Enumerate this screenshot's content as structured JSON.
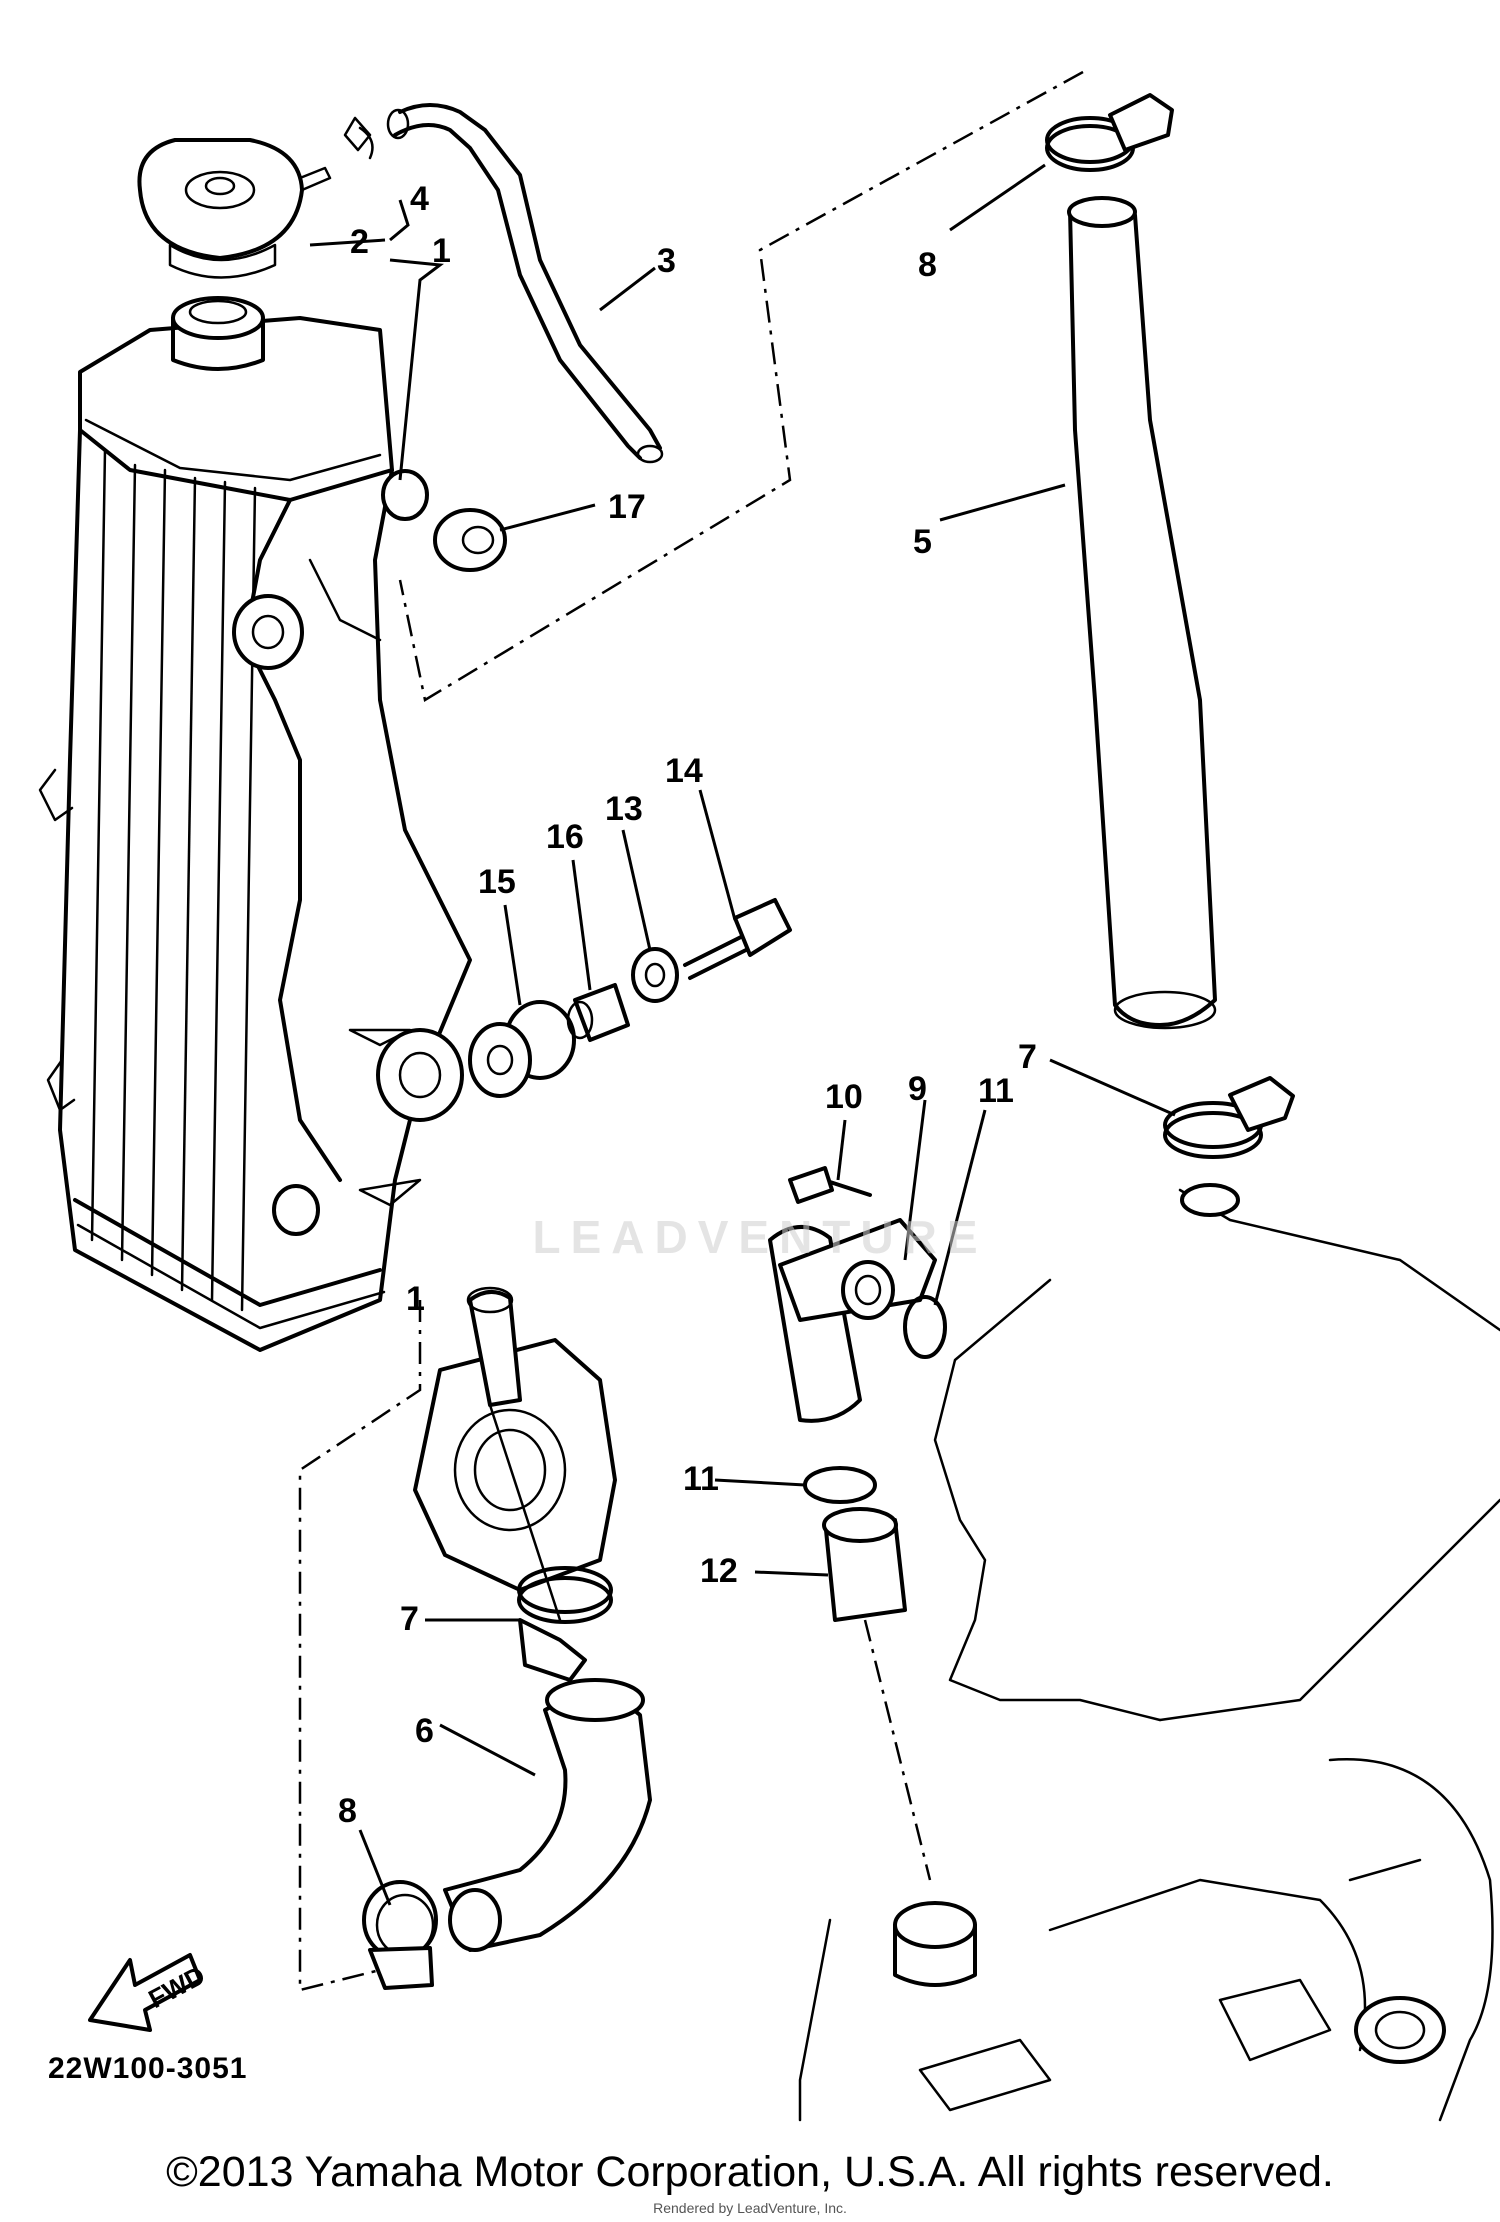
{
  "diagram": {
    "callouts": [
      "1",
      "2",
      "3",
      "4",
      "5",
      "6",
      "7",
      "8",
      "9",
      "10",
      "11",
      "12",
      "13",
      "14",
      "15",
      "16",
      "17"
    ],
    "watermark": "LEADVENTURE",
    "fwd_label": "FWD",
    "diagram_code": "22W100-3051",
    "copyright": "©2013 Yamaha Motor Corporation, U.S.A. All rights reserved.",
    "rendered_by": "Rendered by LeadVenture, Inc."
  }
}
